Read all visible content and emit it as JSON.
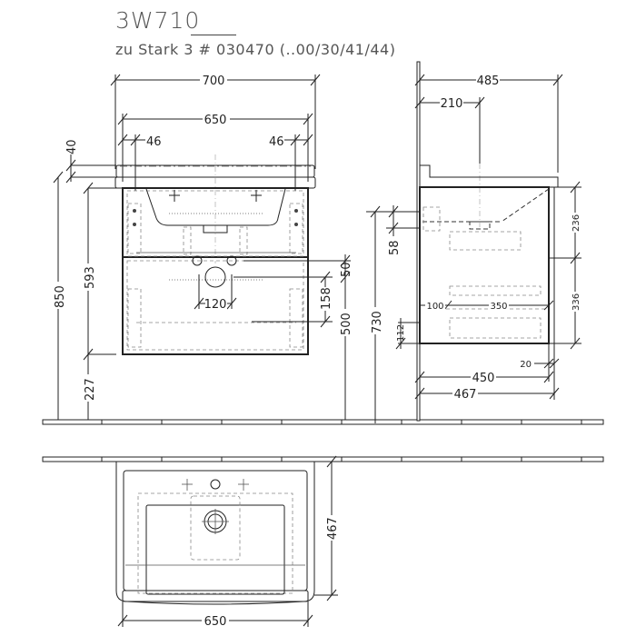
{
  "header": {
    "title": "3W710",
    "subtitle": "zu Stark 3 # 030470 (..00/30/41/44)"
  },
  "front_view": {
    "dimensions": {
      "overall_width": "700",
      "inner_width": "650",
      "left_offset": "46",
      "right_offset": "46",
      "top_thickness": "40",
      "total_height": "850",
      "cabinet_height": "593",
      "floor_clearance": "227",
      "tap_spacing": "120",
      "waste_top": "50",
      "waste_offset": "158",
      "waste_height": "500"
    }
  },
  "side_view": {
    "dimensions": {
      "overall_depth": "485",
      "bowl_center": "210",
      "bracket_spacing": "58",
      "mount_height": "730",
      "drawer_top": "236",
      "drawer_bottom": "336",
      "wall_offset": "100",
      "drawer_depth": "350",
      "bottom_offset": "112",
      "front_gap": "20",
      "body_depth": "450",
      "total_depth": "467"
    }
  },
  "top_view": {
    "dimensions": {
      "width": "650",
      "depth": "467"
    }
  }
}
